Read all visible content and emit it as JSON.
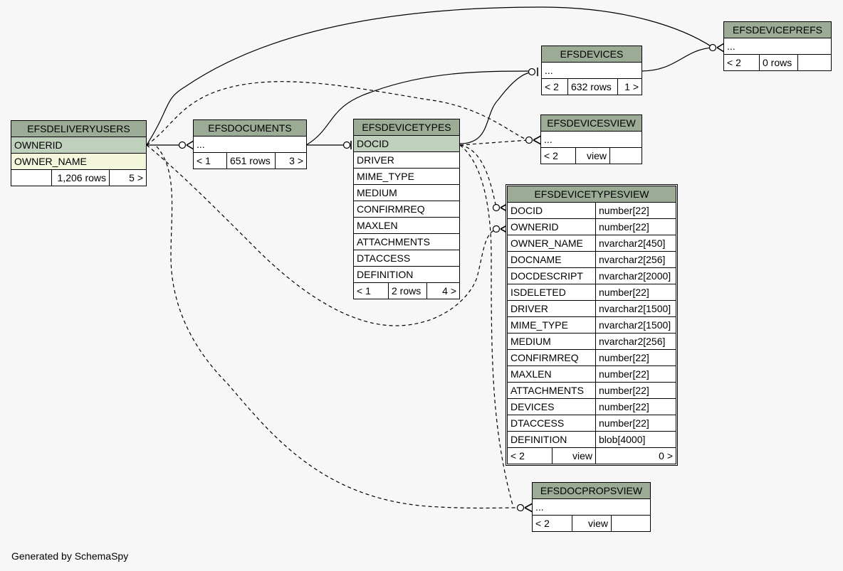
{
  "tables": {
    "efsdeliveryusers": {
      "name": "EFSDELIVERYUSERS",
      "columns": [
        "OWNERID",
        "OWNER_NAME"
      ],
      "footer": {
        "parents": "",
        "rows": "1,206 rows",
        "children": "5 >"
      }
    },
    "efsdocuments": {
      "name": "EFSDOCUMENTS",
      "ellipsis": "...",
      "footer": {
        "parents": "< 1",
        "rows": "651 rows",
        "children": "3 >"
      }
    },
    "efsdevicetypes": {
      "name": "EFSDEVICETYPES",
      "columns": [
        "DOCID",
        "DRIVER",
        "MIME_TYPE",
        "MEDIUM",
        "CONFIRMREQ",
        "MAXLEN",
        "ATTACHMENTS",
        "DTACCESS",
        "DEFINITION"
      ],
      "footer": {
        "parents": "< 1",
        "rows": "2 rows",
        "children": "4 >"
      }
    },
    "efsdevices": {
      "name": "EFSDEVICES",
      "ellipsis": "...",
      "footer": {
        "parents": "< 2",
        "rows": "632 rows",
        "children": "1 >"
      }
    },
    "efsdeviceprefs": {
      "name": "EFSDEVICEPREFS",
      "ellipsis": "...",
      "footer": {
        "parents": "< 2",
        "rows": "0 rows",
        "children": ""
      }
    },
    "efsdevicesview": {
      "name": "EFSDEVICESVIEW",
      "ellipsis": "...",
      "footer": {
        "parents": "< 2",
        "rows": "view",
        "children": ""
      }
    },
    "efsdevicetypesview": {
      "name": "EFSDEVICETYPESVIEW",
      "columns": [
        {
          "name": "DOCID",
          "type": "number[22]"
        },
        {
          "name": "OWNERID",
          "type": "number[22]"
        },
        {
          "name": "OWNER_NAME",
          "type": "nvarchar2[450]"
        },
        {
          "name": "DOCNAME",
          "type": "nvarchar2[256]"
        },
        {
          "name": "DOCDESCRIPT",
          "type": "nvarchar2[2000]"
        },
        {
          "name": "ISDELETED",
          "type": "number[22]"
        },
        {
          "name": "DRIVER",
          "type": "nvarchar2[1500]"
        },
        {
          "name": "MIME_TYPE",
          "type": "nvarchar2[1500]"
        },
        {
          "name": "MEDIUM",
          "type": "nvarchar2[256]"
        },
        {
          "name": "CONFIRMREQ",
          "type": "number[22]"
        },
        {
          "name": "MAXLEN",
          "type": "number[22]"
        },
        {
          "name": "ATTACHMENTS",
          "type": "number[22]"
        },
        {
          "name": "DEVICES",
          "type": "number[22]"
        },
        {
          "name": "DTACCESS",
          "type": "number[22]"
        },
        {
          "name": "DEFINITION",
          "type": "blob[4000]"
        }
      ],
      "footer": {
        "parents": "< 2",
        "rows": "view",
        "children": "0 >"
      }
    },
    "efsdocpropsview": {
      "name": "EFSDOCPROPSVIEW",
      "ellipsis": "...",
      "footer": {
        "parents": "< 2",
        "rows": "view",
        "children": ""
      }
    }
  },
  "footer_text": "Generated by SchemaSpy",
  "colors": {
    "header": "#9cab96",
    "primary_key": "#bfd0bc",
    "indexed": "#f4f6dc",
    "background": "#f7f7f7"
  }
}
